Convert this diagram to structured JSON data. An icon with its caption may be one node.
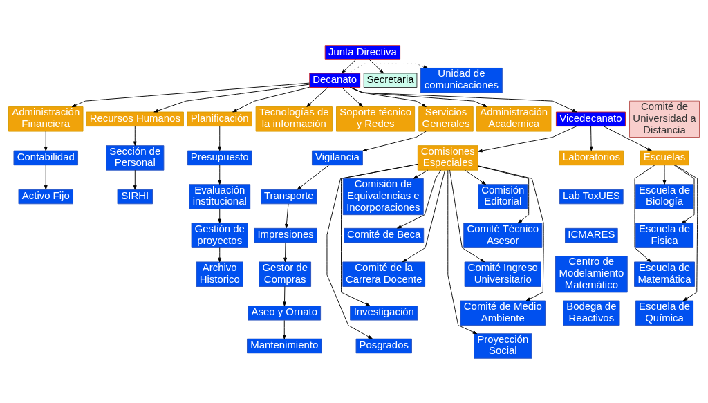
{
  "diagram": {
    "nodes": [
      {
        "text": [
          "Junta Directiva"
        ]
      },
      {
        "text": [
          "Secretaria"
        ]
      },
      {
        "text": [
          "Decanato"
        ]
      },
      {
        "text": [
          "Unidad de comunicaciones"
        ]
      },
      {
        "text": [
          "Administración Financiera"
        ]
      },
      {
        "text": [
          "Recursos Humanos"
        ]
      },
      {
        "text": [
          "Planificación"
        ]
      },
      {
        "text": [
          "Tecnologías de la información"
        ]
      },
      {
        "text": [
          "Soporte técnico y Redes"
        ]
      },
      {
        "text": [
          "Servicios Generales"
        ]
      },
      {
        "text": [
          "Administración Academica"
        ]
      },
      {
        "text": [
          "Vicedecanato"
        ]
      },
      {
        "text": [
          "Escuelas"
        ]
      },
      {
        "text": [
          "Comisiones Especiales"
        ]
      },
      {
        "text": [
          "Laboratorios"
        ]
      },
      {
        "text": [
          "Comité de Universidad a Distancia"
        ]
      },
      {
        "text": [
          "Contabilidad"
        ]
      },
      {
        "text": [
          "Activo Fijo"
        ]
      },
      {
        "text": [
          "Sección de Personal"
        ]
      },
      {
        "text": [
          "SIRHI"
        ]
      },
      {
        "text": [
          "Presupuesto"
        ]
      },
      {
        "text": [
          "Evaluación institucional"
        ]
      },
      {
        "text": [
          "Gestión de proyectos"
        ]
      },
      {
        "text": [
          "Archivo Historico"
        ]
      },
      {
        "text": [
          "Vigilancia"
        ]
      },
      {
        "text": [
          "Transporte"
        ]
      },
      {
        "text": [
          "Impresiones"
        ]
      },
      {
        "text": [
          "Gestor de Compras"
        ]
      },
      {
        "text": [
          "Aseo y Ornato"
        ]
      },
      {
        "text": [
          "Mantenimiento"
        ]
      },
      {
        "text": [
          "Escuela de Biología"
        ]
      },
      {
        "text": [
          "Escuela de Fisica"
        ]
      },
      {
        "text": [
          "Escuela de Matemática"
        ]
      },
      {
        "text": [
          "Escuela de Química"
        ]
      },
      {
        "text": [
          "Comisión Editorial"
        ]
      },
      {
        "text": [
          "Comisión de Equivalencias e Incorporaciones"
        ]
      },
      {
        "text": [
          "Comité Técnico Asesor"
        ]
      },
      {
        "text": [
          "Comité de Beca"
        ]
      },
      {
        "text": [
          "Comité Ingreso Universitario"
        ]
      },
      {
        "text": [
          "Comité de la Carrera Docente"
        ]
      },
      {
        "text": [
          "Comité de Medio Ambiente"
        ]
      },
      {
        "text": [
          "Investigación"
        ]
      },
      {
        "text": [
          "Proyección Social"
        ]
      },
      {
        "text": [
          "Posgrados"
        ]
      },
      {
        "text": [
          "Lab ToxUES"
        ]
      },
      {
        "text": [
          "ICMARES"
        ]
      },
      {
        "text": [
          "Centro de Modelamiento Matemático"
        ]
      },
      {
        "text": [
          "Bodega de Reactivos"
        ]
      }
    ],
    "edges": [
      {
        "from": 0,
        "to": 2,
        "arrow": "to"
      },
      {
        "from": 0,
        "to": 1,
        "arrow": "to"
      },
      {
        "from": 2,
        "to": 3,
        "arrow": "to",
        "style": "dashed"
      },
      {
        "from": 2,
        "to": 4,
        "arrow": "to"
      },
      {
        "from": 2,
        "to": 5,
        "arrow": "to"
      },
      {
        "from": 2,
        "to": 6,
        "arrow": "to"
      },
      {
        "from": 2,
        "to": 7,
        "arrow": "to"
      },
      {
        "from": 2,
        "to": 8,
        "arrow": "to"
      },
      {
        "from": 2,
        "to": 9,
        "arrow": "to"
      },
      {
        "from": 2,
        "to": 10,
        "arrow": "to"
      },
      {
        "from": 2,
        "to": 11,
        "arrow": "to"
      },
      {
        "from": 11,
        "to": 12,
        "arrow": "to"
      },
      {
        "from": 11,
        "to": 13,
        "arrow": "to"
      },
      {
        "from": 11,
        "to": 14,
        "arrow": "to"
      },
      {
        "from": 4,
        "to": 16,
        "arrow": "to"
      },
      {
        "from": 16,
        "to": 17,
        "arrow": "to"
      },
      {
        "from": 5,
        "to": 18,
        "arrow": "to"
      },
      {
        "from": 18,
        "to": 19,
        "arrow": "to"
      },
      {
        "from": 6,
        "to": 20,
        "arrow": "to"
      },
      {
        "from": 20,
        "to": 21,
        "arrow": "to"
      },
      {
        "from": 21,
        "to": 22,
        "arrow": "to"
      },
      {
        "from": 22,
        "to": 23,
        "arrow": "to"
      },
      {
        "from": 9,
        "to": 24,
        "arrow": "to"
      },
      {
        "from": 24,
        "to": 25,
        "arrow": "to"
      },
      {
        "from": 25,
        "to": 26,
        "arrow": "to"
      },
      {
        "from": 26,
        "to": 27,
        "arrow": "to"
      },
      {
        "from": 27,
        "to": 28,
        "arrow": "to"
      },
      {
        "from": 28,
        "to": 29,
        "arrow": "to"
      },
      {
        "from": 12,
        "to": 30,
        "arrow": "to"
      },
      {
        "from": 12,
        "to": 31,
        "arrow": "to"
      },
      {
        "from": 12,
        "to": 32,
        "arrow": "to"
      },
      {
        "from": 12,
        "to": 33,
        "arrow": "to"
      },
      {
        "from": 13,
        "to": 34,
        "arrow": "to"
      },
      {
        "from": 13,
        "to": 35,
        "arrow": "to"
      },
      {
        "from": 13,
        "to": 36,
        "arrow": "to"
      },
      {
        "from": 13,
        "to": 37,
        "arrow": "to"
      },
      {
        "from": 13,
        "to": 38,
        "arrow": "to"
      },
      {
        "from": 13,
        "to": 39,
        "arrow": "to"
      },
      {
        "from": 13,
        "to": 40,
        "arrow": "to"
      },
      {
        "from": 13,
        "to": 41,
        "arrow": "to"
      },
      {
        "from": 13,
        "to": 42,
        "arrow": "to"
      },
      {
        "from": 13,
        "to": 43,
        "arrow": "to"
      }
    ]
  }
}
